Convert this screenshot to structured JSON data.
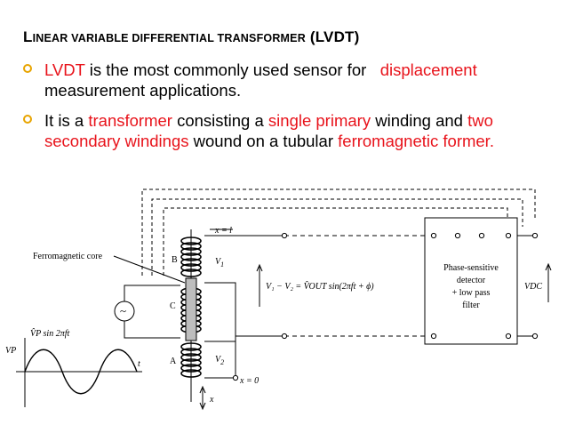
{
  "slide": {
    "title_parts": [
      "L",
      "INEAR VARIABLE DIFFERENTIAL TRANSFORMER",
      " (LVDT)"
    ]
  },
  "bullets": [
    {
      "lines": [
        [
          {
            "t": "LVDT",
            "c": "red"
          },
          {
            "t": " is the most commonly used sensor for   ",
            "c": "black"
          },
          {
            "t": "displacement",
            "c": "red"
          }
        ],
        [
          {
            "t": "measurement applications.",
            "c": "black"
          }
        ]
      ]
    },
    {
      "lines": [
        [
          {
            "t": "It is a ",
            "c": "black"
          },
          {
            "t": "transformer",
            "c": "red"
          },
          {
            "t": " consisting a ",
            "c": "black"
          },
          {
            "t": "single primary",
            "c": "red"
          },
          {
            "t": " winding and ",
            "c": "black"
          },
          {
            "t": "two",
            "c": "red"
          }
        ],
        [
          {
            "t": "secondary windings",
            "c": "red"
          },
          {
            "t": " wound on a tubular ",
            "c": "black"
          },
          {
            "t": "ferromagnetic former.",
            "c": "red"
          }
        ]
      ]
    }
  ],
  "diagram": {
    "label_core": "Ferromagnetic core",
    "label_x_l": "x = l",
    "label_x_0": "x = 0",
    "label_B": "B",
    "label_C": "C",
    "label_A": "A",
    "label_V1": "V",
    "label_V1_sub": "1",
    "label_V2": "V",
    "label_V2_sub": "2",
    "label_eq": "V₁ − V₂ = V̂OUT sin(2πft + ϕ)",
    "label_src": "V̂P sin 2πft",
    "label_vp": "VP",
    "label_t": "t",
    "label_x": "x",
    "label_ac": "~",
    "box_lines": [
      "Phase-sensitive",
      "detector",
      "+ low pass",
      "filter"
    ],
    "label_vdc": "VDC"
  },
  "colors": {
    "accent_red": "#e8131b",
    "bullet_ring": "#e8a400"
  }
}
